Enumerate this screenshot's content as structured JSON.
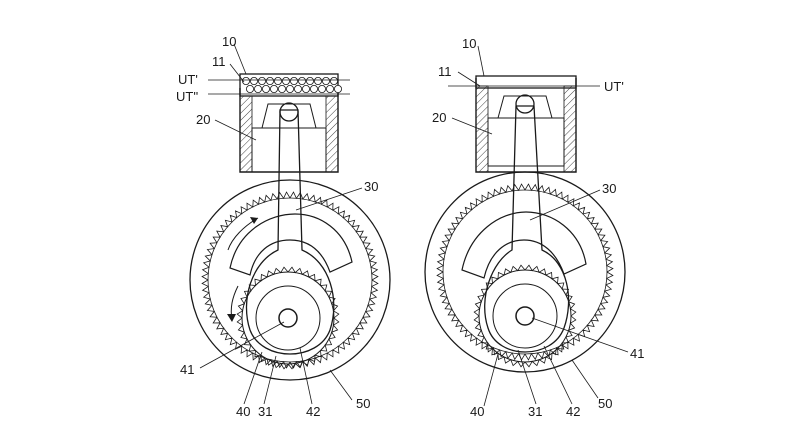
{
  "left_figure": {
    "labels": {
      "piston_top": "10",
      "ring": "11",
      "ut1": "UT'",
      "ut2": "UT''",
      "cylinder": "20",
      "rod": "30",
      "crank_pin": "41",
      "gear_small": "40",
      "pin_ring": "31",
      "hub": "42",
      "gear_large": "50"
    }
  },
  "right_figure": {
    "labels": {
      "piston_top": "10",
      "ring": "11",
      "ut1": "UT'",
      "cylinder": "20",
      "rod": "30",
      "crank_pin": "41",
      "gear_small": "40",
      "pin_ring": "31",
      "hub": "42",
      "gear_large": "50"
    }
  },
  "colors": {
    "ink": "#1a1a1a",
    "paper": "#ffffff",
    "hatch": "#555555"
  }
}
